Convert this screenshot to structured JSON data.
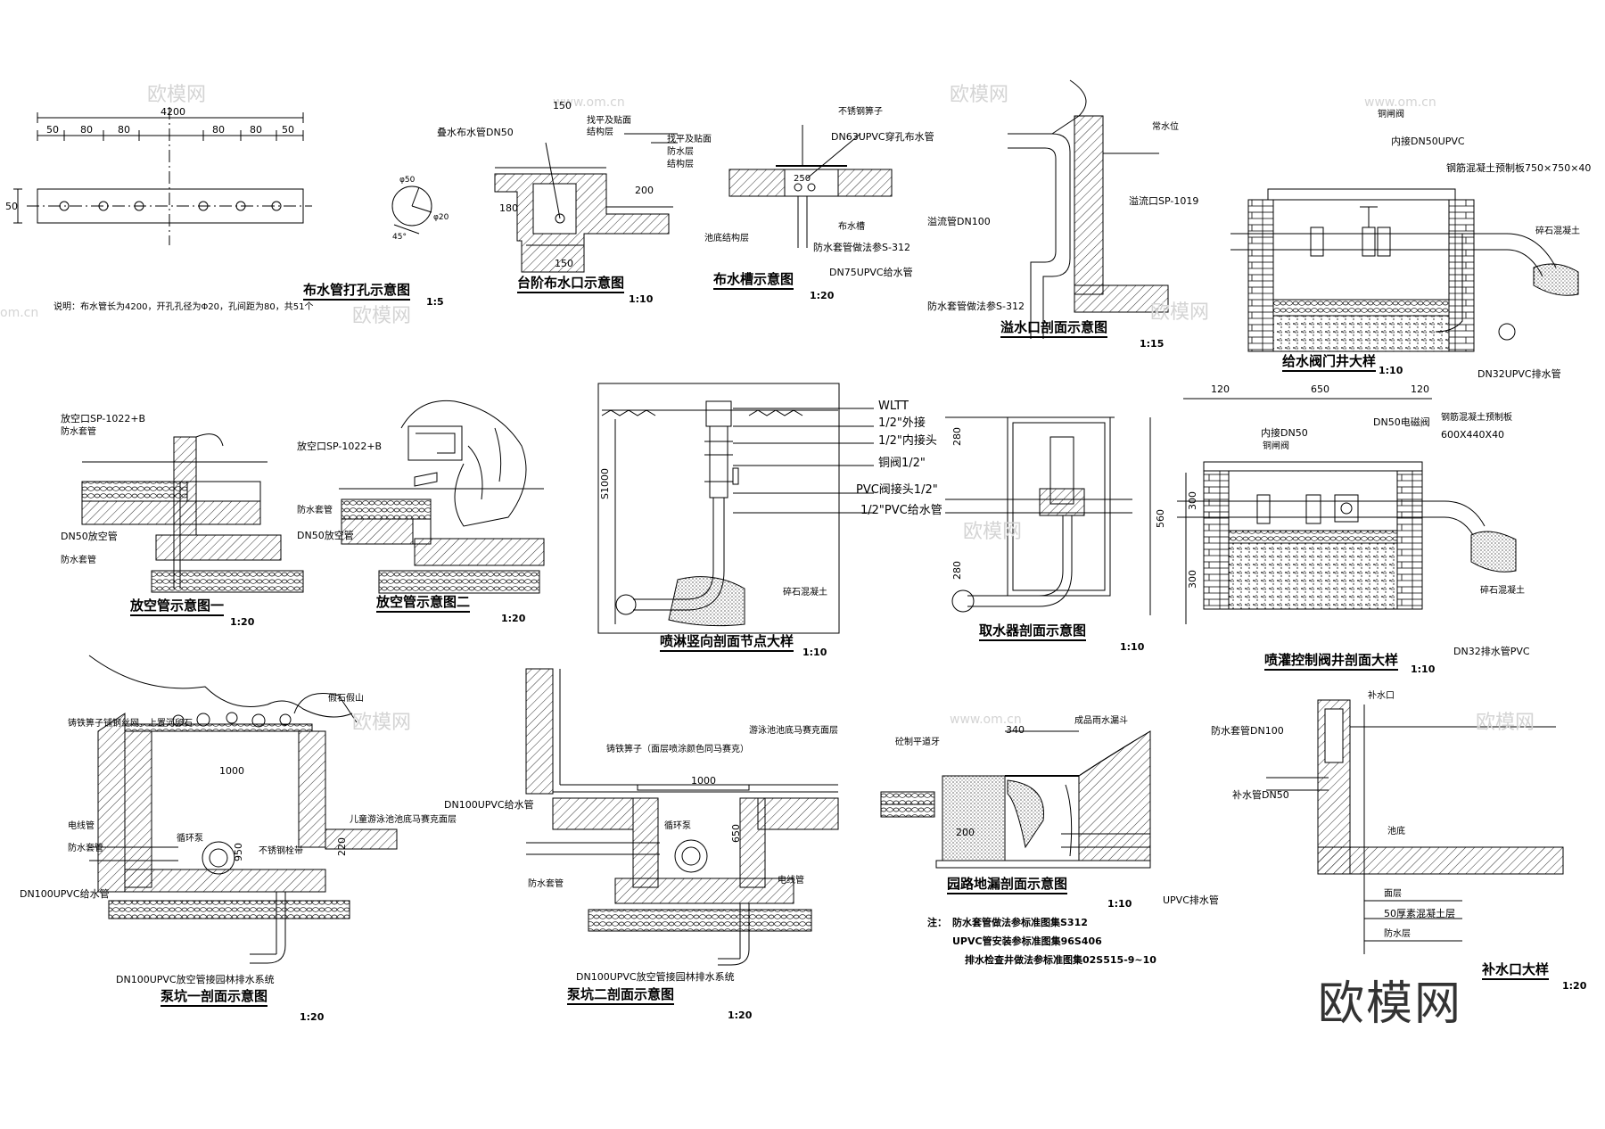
{
  "watermark": {
    "brand": "欧模网",
    "site": "www.om.cn",
    "small": "om.cn"
  },
  "panels": {
    "pipe": {
      "title": "布水管打孔示意图",
      "scale": "1:5",
      "dim_total": "4200",
      "d50a": "50",
      "d80a": "80",
      "d80b": "80",
      "d80c": "80",
      "d80d": "80",
      "d50b": "50",
      "d_side": "50",
      "phi50": "φ50",
      "phi20": "φ20",
      "angle": "45°",
      "note": "说明：布水管长为4200，开孔孔径为Φ20，孔间距为80，共51个"
    },
    "step": {
      "title": "台阶布水口示意图",
      "scale": "1:10",
      "l1": "叠水布水管DN50",
      "l2": "找平及贴面",
      "l3": "结构层",
      "l4": "找平及贴面",
      "l5": "防水层",
      "l6": "结构层",
      "d1": "150",
      "d2": "180",
      "d3": "150",
      "d4": "200"
    },
    "trough": {
      "title": "布水槽示意图",
      "scale": "1:20",
      "l1": "不锈钢箅子",
      "l2": "DN63UPVC穿孔布水管",
      "l3": "布水槽",
      "l4": "池底结构层",
      "l5": "防水套管做法参S-312",
      "l6": "DN75UPVC给水管",
      "d1": "250"
    },
    "overflow": {
      "title": "溢水口剖面示意图",
      "scale": "1:15",
      "l1": "溢流管DN100",
      "l2": "常水位",
      "l3": "溢流口SP-1019",
      "l4": "防水套管做法参S-312"
    },
    "valvewell": {
      "title": "给水阀门井大样",
      "scale": "1:10",
      "l1": "铜闸阀",
      "l2": "内接DN50UPVC",
      "l3": "钢筋混凝土预制板750×750×40",
      "l4": "碎石混凝土",
      "l5": "DN32UPVC排水管"
    },
    "drain1": {
      "title": "放空管示意图一",
      "scale": "1:20",
      "l1": "放空口SP-1022+B",
      "l2": "防水套管",
      "l3": "DN50放空管",
      "l4": "防水套管"
    },
    "drain2": {
      "title": "放空管示意图二",
      "scale": "1:20",
      "l1": "放空口SP-1022+B",
      "l2": "防水套管",
      "l3": "DN50放空管"
    },
    "sprinkler": {
      "title": "喷淋竖向剖面节点大样",
      "scale": "1:10",
      "l1": "WLTT",
      "l2": "1/2\"外接",
      "l3": "1/2\"内接头",
      "l4": "铜阀1/2\"",
      "l5": "PVC阀接头1/2\"",
      "l6": "1/2\"PVC给水管",
      "l7": "碎石混凝土",
      "d1": "S1000"
    },
    "intake": {
      "title": "取水器剖面示意图",
      "scale": "1:10",
      "d1": "280",
      "d2": "280",
      "d3": "560"
    },
    "ctrlwell": {
      "title": "喷灌控制阀井剖面大样",
      "scale": "1:10",
      "d1": "120",
      "d2": "650",
      "d3": "120",
      "d4": "300",
      "d5": "300",
      "l1": "内接DN50",
      "l2": "铜闸阀",
      "l3": "DN50电磁阀",
      "l4": "钢筋混凝土预制板",
      "l5": "600X440X40",
      "l6": "碎石混凝土",
      "l7": "DN32排水管PVC"
    },
    "pump1": {
      "title": "泵坑一剖面示意图",
      "scale": "1:20",
      "l1": "假石假山",
      "l2": "铸铁箅子铺钢丝网，上置河卵石",
      "l3": "电线管",
      "l4": "防水套管",
      "l5": "循环泵",
      "l6": "不锈钢栓带",
      "l7": "儿童游泳池池底马赛克面层",
      "l8": "DN100UPVC给水管",
      "l9": "DN100UPVC放空管接园林排水系统",
      "d1": "1000",
      "d2": "950",
      "d3": "220"
    },
    "pump2": {
      "title": "泵坑二剖面示意图",
      "scale": "1:20",
      "l1": "铸铁箅子（面层喷涂颜色同马赛克）",
      "l2": "游泳池池底马赛克面层",
      "l3": "DN100UPVC给水管",
      "l4": "循环泵",
      "l5": "防水套管",
      "l6": "电线管",
      "l7": "DN100UPVC放空管接园林排水系统",
      "d1": "1000",
      "d2": "650"
    },
    "floordrain": {
      "title": "园路地漏剖面示意图",
      "scale": "1:10",
      "l1": "砼制平道牙",
      "l2": "成品雨水漏斗",
      "l3": "UPVC排水管",
      "d1": "340",
      "d2": "200"
    },
    "notes": {
      "title": "注：",
      "n1": "防水套管做法参标准图集S312",
      "n2": "UPVC管安装参标准图集96S406",
      "n3": "排水检查井做法参标准图集02S515-9~10"
    },
    "supply": {
      "title": "补水口大样",
      "scale": "1:20",
      "l1": "补水口",
      "l2": "防水套管DN100",
      "l3": "补水管DN50",
      "l4": "池底",
      "l5": "面层",
      "l6": "50厚素混凝土层",
      "l7": "防水层"
    }
  }
}
